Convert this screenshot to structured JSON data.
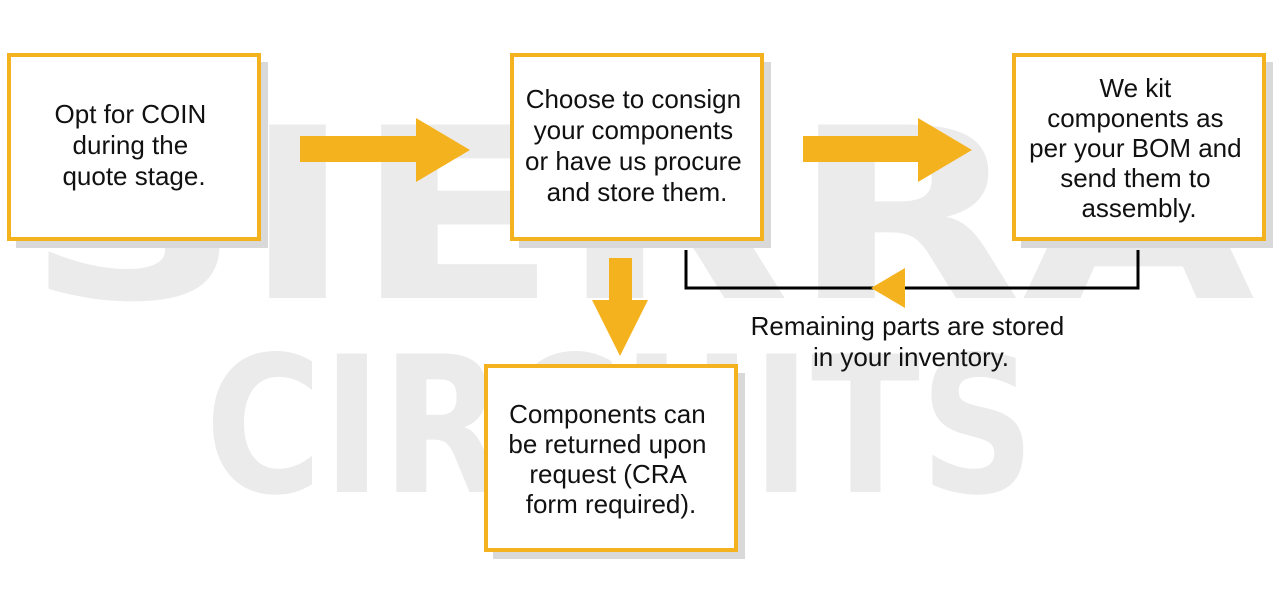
{
  "watermark": {
    "line1": "SIERRA",
    "line2": "CIRCUITS"
  },
  "colors": {
    "accent": "#f5b21f",
    "text": "#111111",
    "connector": "#000000",
    "watermark": "#ebebeb"
  },
  "steps": [
    {
      "id": "opt-coin",
      "lines": [
        "Opt for COIN",
        "during the",
        "quote stage."
      ]
    },
    {
      "id": "consign",
      "lines": [
        "Choose to consign",
        "your components",
        "or have us procure",
        "and store them."
      ]
    },
    {
      "id": "kit",
      "lines": [
        "We kit",
        "components as",
        "per your BOM and",
        "send them to",
        "assembly."
      ]
    },
    {
      "id": "return",
      "lines": [
        "Components can",
        "be returned upon",
        "request (CRA",
        "form required)."
      ]
    }
  ],
  "note": {
    "lines": [
      "Remaining parts are stored",
      "in your inventory."
    ]
  }
}
